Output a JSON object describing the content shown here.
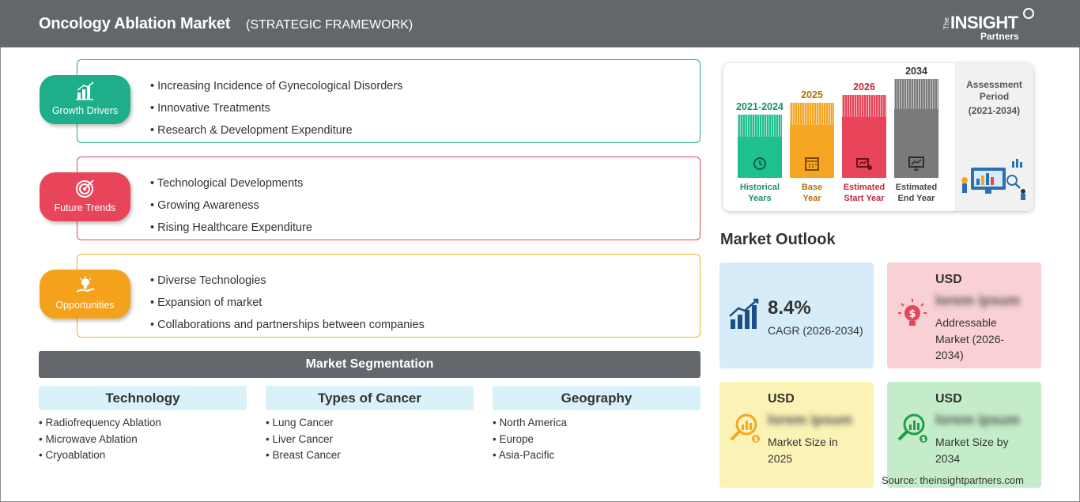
{
  "header": {
    "title": "Oncology Ablation Market",
    "subtitle": "(STRATEGIC FRAMEWORK)",
    "logo_the": "The",
    "logo_insight": "INSIGHT",
    "logo_partners": "Partners"
  },
  "framework": [
    {
      "label": "Growth Drivers",
      "icon": "bar-chart-growth-icon",
      "color": "#1fae8a",
      "items": [
        "Increasing Incidence of Gynecological Disorders",
        "Innovative Treatments",
        "Research & Development Expenditure"
      ]
    },
    {
      "label": "Future Trends",
      "icon": "target-icon",
      "color": "#e8455a",
      "items": [
        "Technological Developments",
        "Growing Awareness",
        "Rising Healthcare Expenditure"
      ]
    },
    {
      "label": "Opportunities",
      "icon": "lightbulb-hand-icon",
      "color": "#f4a21c",
      "items": [
        "Diverse Technologies",
        "Expansion of market",
        "Collaborations and partnerships between companies"
      ]
    }
  ],
  "segmentation": {
    "title": "Market Segmentation",
    "columns": [
      {
        "head": "Technology",
        "items": [
          "Radiofrequency Ablation",
          "Microwave Ablation",
          "Cryoablation"
        ]
      },
      {
        "head": "Types of Cancer",
        "items": [
          "Lung Cancer",
          "Liver Cancer",
          "Breast Cancer"
        ]
      },
      {
        "head": "Geography",
        "items": [
          "North America",
          "Europe",
          "Asia-Pacific"
        ]
      }
    ]
  },
  "timeline": {
    "columns": [
      {
        "year": "2021-2024",
        "caption": [
          "Historical",
          "Years"
        ],
        "color": "#1fbf8f",
        "icon": "history-icon"
      },
      {
        "year": "2025",
        "caption": [
          "Base",
          "Year"
        ],
        "color": "#f5a623",
        "icon": "calendar-icon"
      },
      {
        "year": "2026",
        "caption": [
          "Estimated",
          "Start Year"
        ],
        "color": "#e8455a",
        "icon": "presentation-icon"
      },
      {
        "year": "2034",
        "caption": [
          "Estimated",
          "End Year"
        ],
        "color": "#7a7a7a",
        "icon": "monitor-chart-icon"
      }
    ],
    "assessment_title": [
      "Assessment",
      "Period"
    ],
    "assessment_period": "(2021-2034)"
  },
  "outlook": {
    "title": "Market Outlook",
    "cagr_value": "8.4%",
    "cagr_label": "CAGR (2026-2034)",
    "addressable": {
      "usd": "USD",
      "value": "lorem ipsum",
      "desc": [
        "Addressable",
        "Market (2026-",
        "2034)"
      ]
    },
    "size_2025": {
      "usd": "USD",
      "value": "lorem ipsum",
      "desc": [
        "Market Size in",
        "2025"
      ]
    },
    "size_2034": {
      "usd": "USD",
      "value": "lorem ipsum",
      "desc": [
        "Market Size by",
        "2034"
      ]
    }
  },
  "source": "Source: theinsightpartners.com"
}
